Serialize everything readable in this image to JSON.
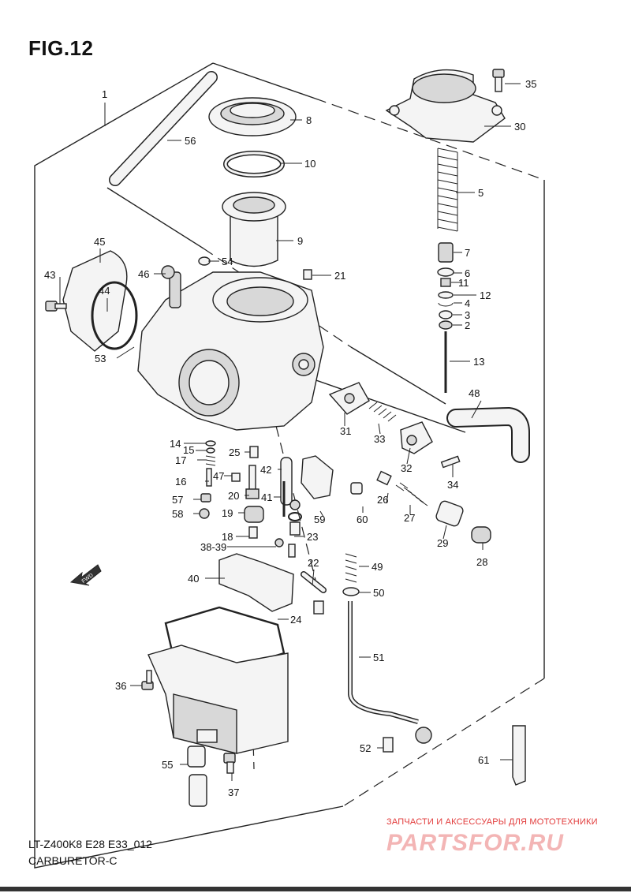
{
  "figure": {
    "title": "FIG.12",
    "code": "LT-Z400K8 E28 E33_012",
    "name": "CARBURETOR-C",
    "direction_label": "FWD"
  },
  "watermark": {
    "caption": "ЗАПЧАСТИ И АКСЕССУАРЫ ДЛЯ МОТОТЕХНИКИ",
    "logo": "PARTSFOR.RU",
    "color": "#e23b3b"
  },
  "part_numbers": [
    "1",
    "56",
    "8",
    "35",
    "30",
    "10",
    "5",
    "9",
    "7",
    "6",
    "11",
    "12",
    "4",
    "3",
    "2",
    "45",
    "54",
    "21",
    "43",
    "46",
    "44",
    "53",
    "13",
    "48",
    "31",
    "33",
    "32",
    "34",
    "14",
    "15",
    "25",
    "17",
    "42",
    "47",
    "16",
    "20",
    "26",
    "41",
    "57",
    "59",
    "60",
    "27",
    "58",
    "19",
    "18",
    "23",
    "38-39",
    "29",
    "28",
    "22",
    "49",
    "40",
    "50",
    "24",
    "51",
    "36",
    "52",
    "61",
    "55",
    "37"
  ]
}
